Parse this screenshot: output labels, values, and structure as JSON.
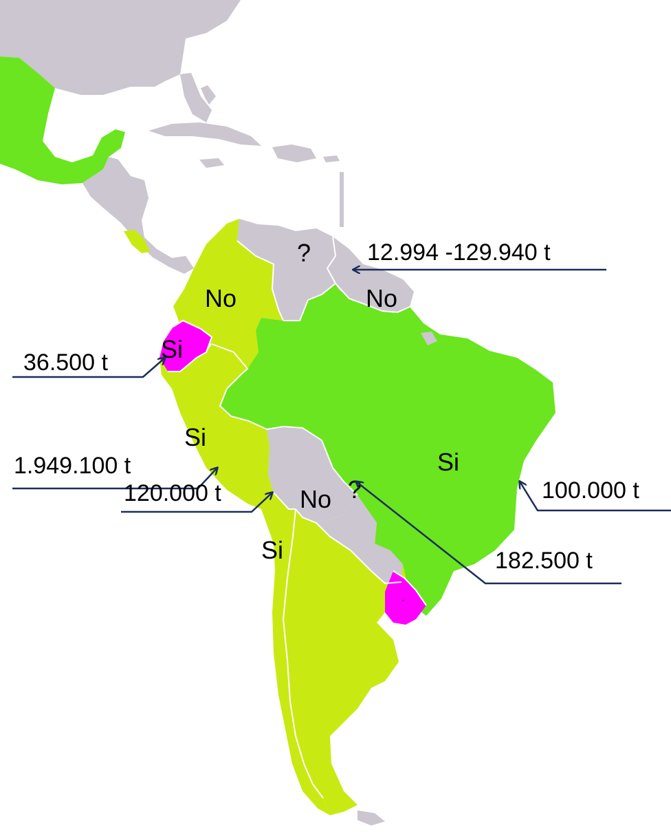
{
  "colors": {
    "sea": "#ffffff",
    "no_data": "#cbc6cf",
    "bright_green": "#6ae51f",
    "yellow_green": "#c8ea12",
    "magenta": "#ff00ff",
    "border": "#ffffff",
    "arrow": "#1a2e5a"
  },
  "country_labels": {
    "colombia": "No",
    "venezuela": "?",
    "guyana": "No",
    "ecuador": "Si",
    "peru": "Si",
    "brazil": "Si",
    "bolivia": "No",
    "chile": "Si",
    "argentina": "?",
    "uruguay": "."
  },
  "callouts": {
    "venezuela": "12.994 -129.940 t",
    "ecuador": "36.500 t",
    "peru": "1.949.100 t",
    "brazil": "100.000 t",
    "bolivia": "182.500 t",
    "chile": "120.000 t"
  }
}
